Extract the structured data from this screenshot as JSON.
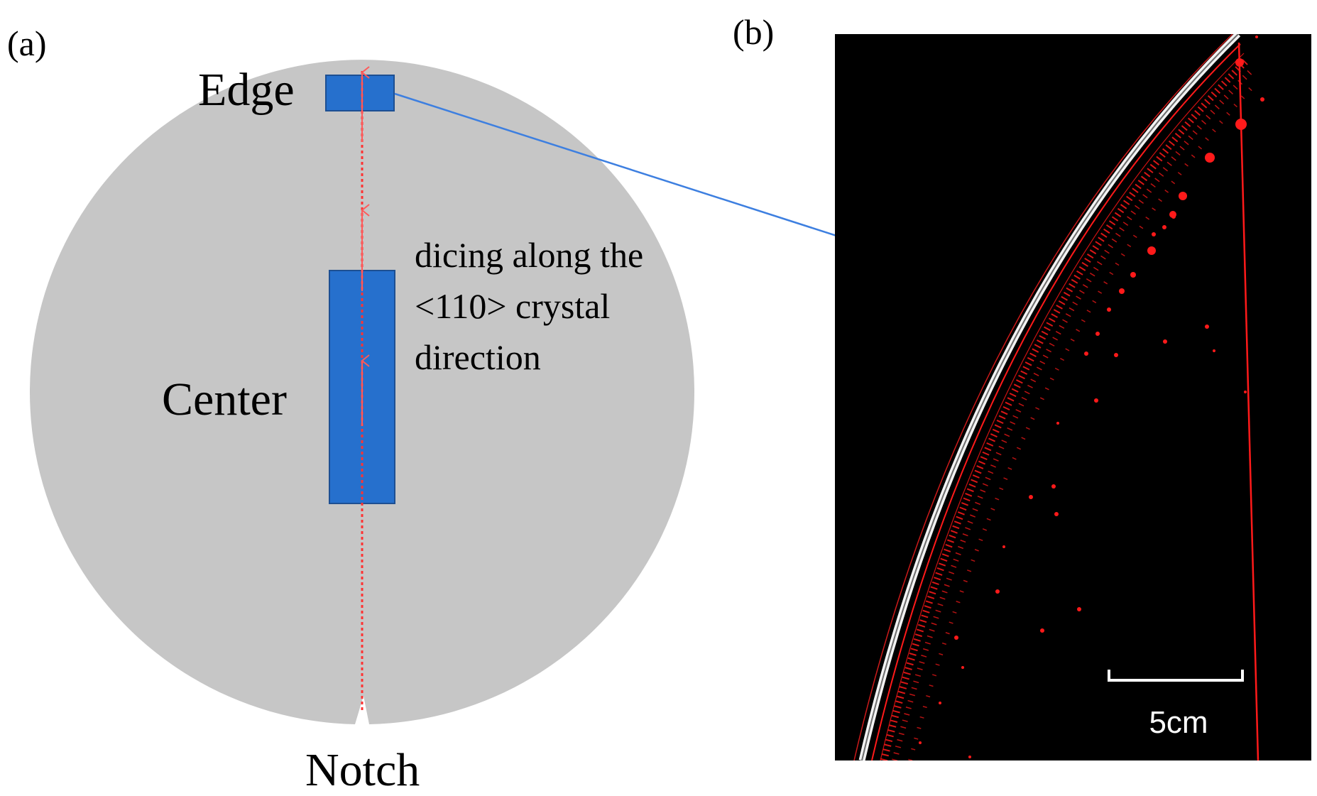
{
  "panel_a": {
    "label": "(a)",
    "edge_label": "Edge",
    "center_label": "Center",
    "notch_label": "Notch",
    "annotation_lines": [
      "dicing along the",
      "<110> crystal",
      "direction"
    ],
    "colors": {
      "wafer": "#c6c6c6",
      "sample": "#2670cd",
      "sample_border": "#1d4f92",
      "dicing_line": "#ff3333"
    }
  },
  "panel_b": {
    "label": "(b)",
    "scale_bar_label": "5cm",
    "colors": {
      "background": "#000000",
      "defects": "#ff1a1a",
      "edge_band": "#e8e8e8",
      "scale_bar": "#ffffff"
    }
  },
  "connector": {
    "color": "#3d7fe0"
  }
}
